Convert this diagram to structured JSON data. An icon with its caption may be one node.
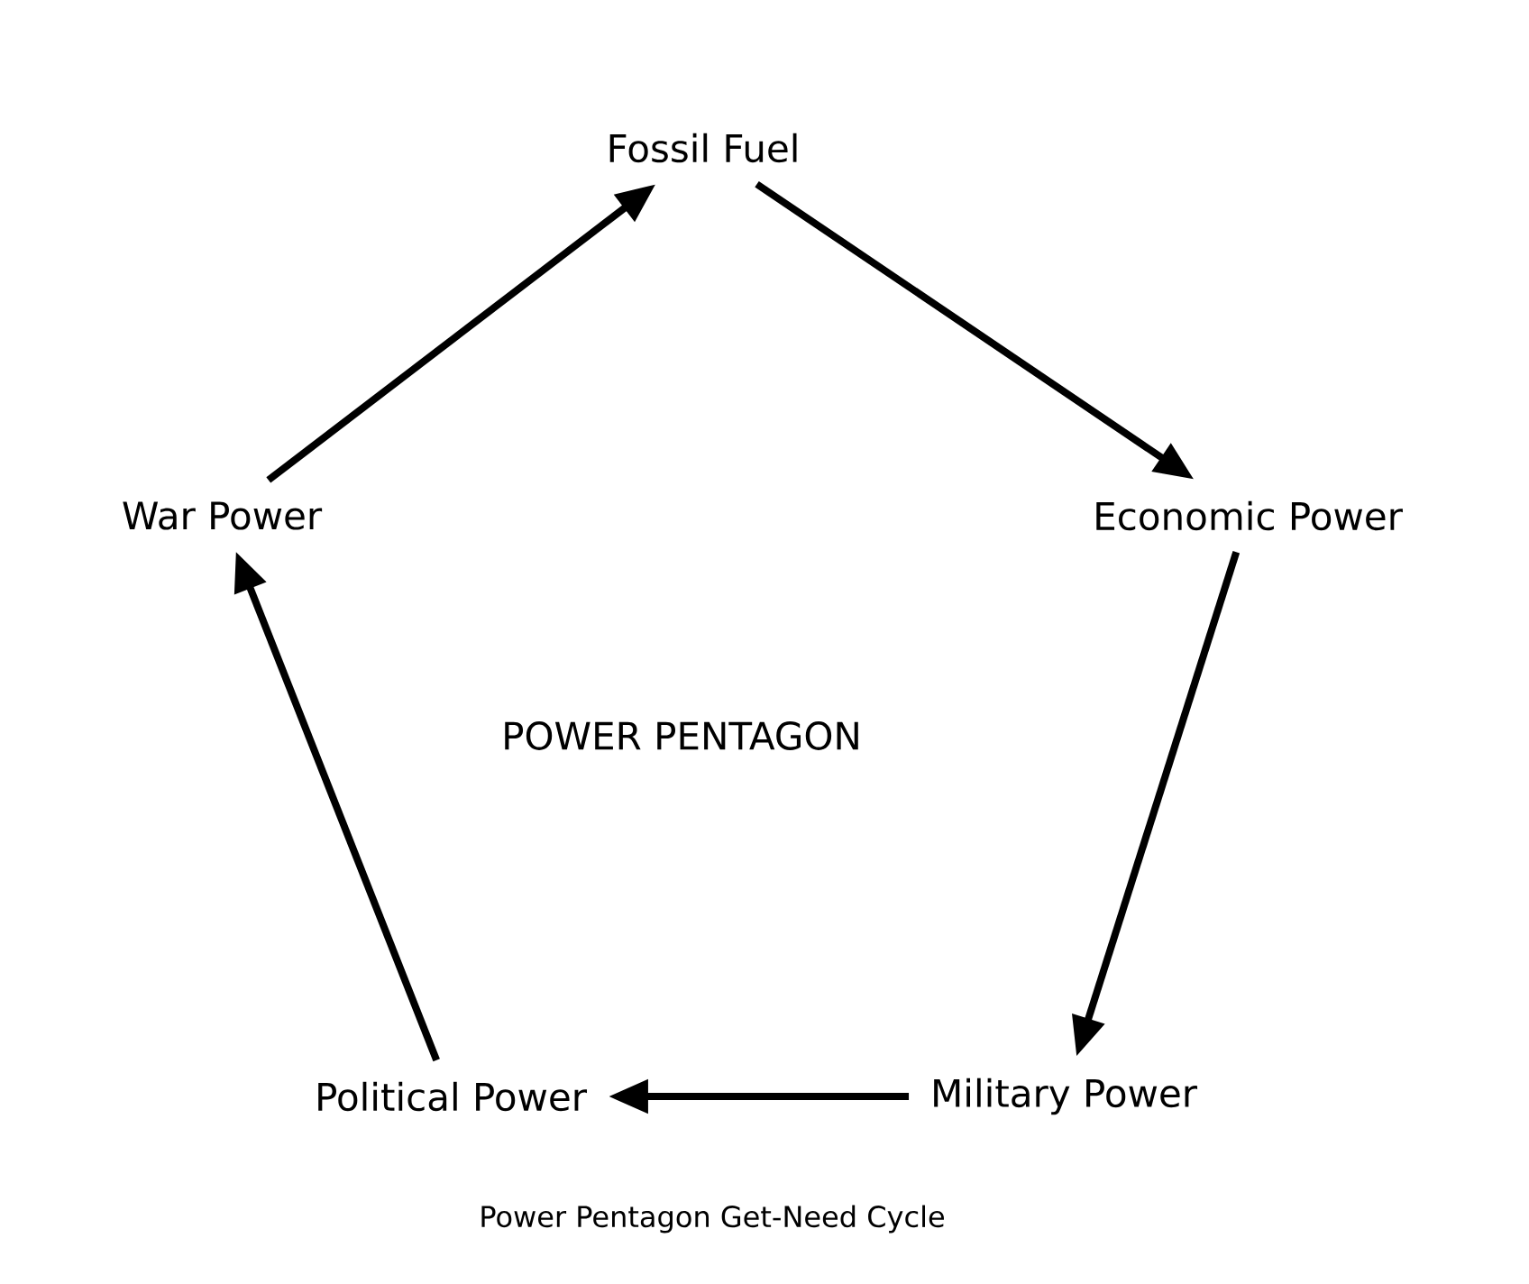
{
  "diagram": {
    "title": "POWER PENTAGON",
    "caption": "Power Pentagon Get-Need Cycle",
    "nodes": [
      {
        "text": [
          "Fossil Fuel"
        ]
      },
      {
        "text": [
          "Economic Power"
        ]
      },
      {
        "text": [
          "Military Power"
        ]
      },
      {
        "text": [
          "Political Power"
        ]
      },
      {
        "text": [
          "War Power"
        ]
      }
    ],
    "edges": [
      {
        "from": 4,
        "to": 0,
        "arrow": "to"
      },
      {
        "from": 0,
        "to": 1,
        "arrow": "to"
      },
      {
        "from": 1,
        "to": 2,
        "arrow": "to"
      },
      {
        "from": 2,
        "to": 3,
        "arrow": "to"
      },
      {
        "from": 3,
        "to": 4,
        "arrow": "to"
      }
    ]
  }
}
